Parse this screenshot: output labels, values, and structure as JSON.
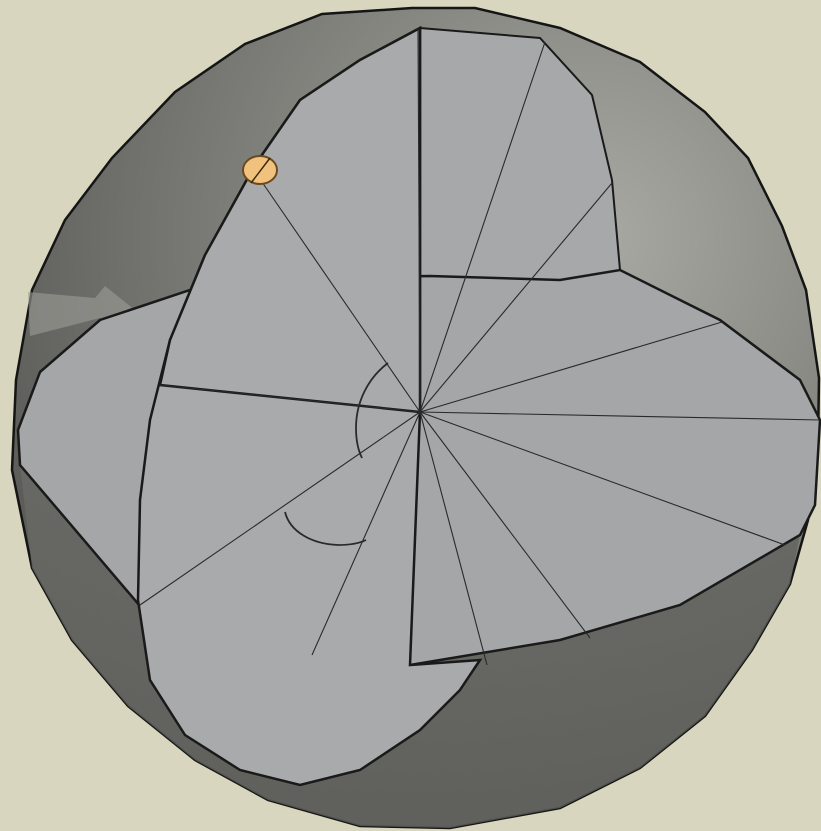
{
  "scene": {
    "type": "3d-model-view",
    "subject": "sphere-with-intersecting-sectored-disks",
    "colors": {
      "background": "#d8d6be",
      "sphere_shell": "#6b6b66",
      "sphere_highlight": "#9c9c97",
      "disk_face": "#a7a8aa",
      "edge": "#1c1c1c",
      "marker": "#f0c27e",
      "marker_edge": "#6a4a20"
    },
    "disks": [
      {
        "name": "vertical-disk"
      },
      {
        "name": "horizontal-disk"
      },
      {
        "name": "back-disk"
      }
    ],
    "sector_lines": 14,
    "angle_arcs": 2,
    "markers": [
      {
        "name": "point-marker"
      }
    ]
  }
}
